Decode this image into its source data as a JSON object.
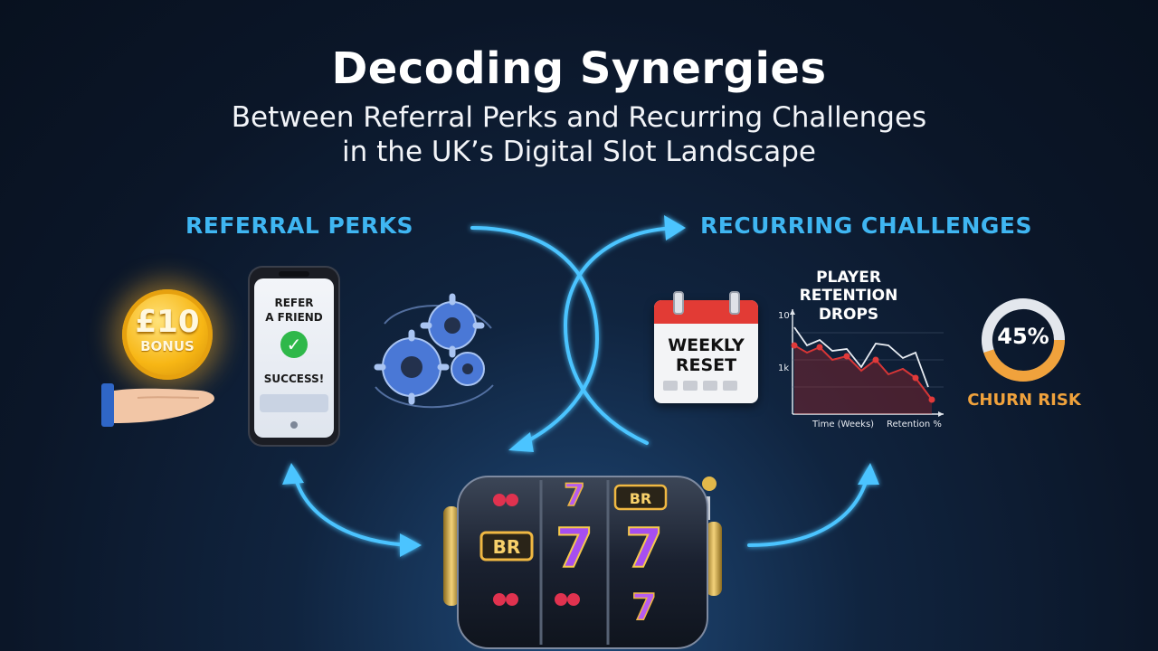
{
  "header": {
    "title": "Decoding Synergies",
    "subtitle_line1": "Between Referral Perks and Recurring Challenges",
    "subtitle_line2": "in the UK’s Digital Slot Landscape"
  },
  "referral": {
    "label": "REFERRAL PERKS",
    "coin_amount": "£10",
    "coin_label": "BONUS",
    "phone_line1": "REFER",
    "phone_line2": "A FRIEND",
    "phone_status": "SUCCESS!"
  },
  "challenges": {
    "label": "RECURRING CHALLENGES",
    "calendar_line1": "WEEKLY",
    "calendar_line2": "RESET",
    "chart_title_line1": "PLAYER",
    "chart_title_line2": "RETENTION",
    "chart_title_line3": "DROPS",
    "chart_tick_top": "10",
    "chart_tick_mid": "1k",
    "chart_xlabel": "Time (Weeks)",
    "chart_ylabel": "Retention %",
    "churn_value": "45%",
    "churn_fraction": 0.45,
    "churn_label": "CHURN RISK"
  },
  "slot": {
    "reel_symbol_bar": "BR",
    "reel_symbol_seven": "7"
  },
  "colors": {
    "accent_blue": "#3fb6f2",
    "churn_orange": "#f0a23c",
    "series_red": "#e03a3a",
    "series_white": "#e9edf3"
  },
  "icons": [
    "coin-icon",
    "hand-icon",
    "phone-icon",
    "gears-icon",
    "calendar-icon",
    "slot-machine-icon"
  ]
}
